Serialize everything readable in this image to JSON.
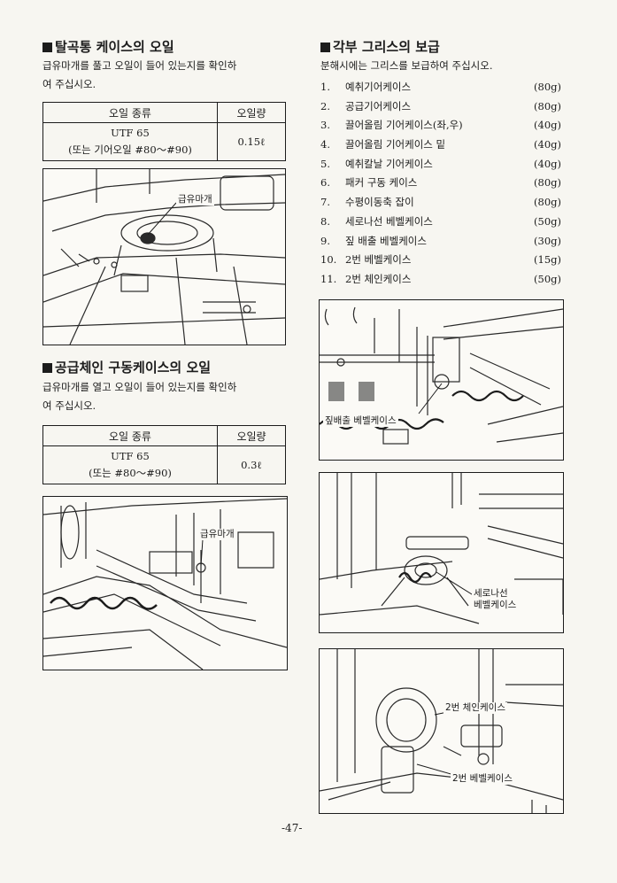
{
  "section1": {
    "title": "탈곡통 케이스의 오일",
    "desc_line1": "급유마개를 풀고 오일이 들어 있는지를 확인하",
    "desc_line2": "여 주십시오.",
    "table": {
      "head_type": "오일 종류",
      "head_amount": "오일량",
      "type_line1": "UTF 65",
      "type_line2": "(또는 기어오일 #80～#90)",
      "amount": "0.15ℓ"
    },
    "callout": "급유마개"
  },
  "section2": {
    "title": "공급체인 구동케이스의 오일",
    "desc_line1": "급유마개를 열고 오일이 들어 있는지를 확인하",
    "desc_line2": "여 주십시오.",
    "table": {
      "head_type": "오일 종류",
      "head_amount": "오일량",
      "type_line1": "UTF 65",
      "type_line2": "(또는 #80～#90)",
      "amount": "0.3ℓ"
    },
    "callout": "급유마개"
  },
  "section3": {
    "title": "각부 그리스의 보급",
    "desc": "분해시에는 그리스를 보급하여 주십시오.",
    "items": [
      {
        "num": "1.",
        "name": "예취기어케이스",
        "amount": "(80g)"
      },
      {
        "num": "2.",
        "name": "공급기어케이스",
        "amount": "(80g)"
      },
      {
        "num": "3.",
        "name": "끌어올림 기어케이스(좌,우)",
        "amount": "(40g)"
      },
      {
        "num": "4.",
        "name": "끌어올림 기어케이스 밑",
        "amount": "(40g)"
      },
      {
        "num": "5.",
        "name": "예취칼날 기어케이스",
        "amount": "(40g)"
      },
      {
        "num": "6.",
        "name": "패커 구동 케이스",
        "amount": "(80g)"
      },
      {
        "num": "7.",
        "name": "수평이동축 잡이",
        "amount": "(80g)"
      },
      {
        "num": "8.",
        "name": "세로나선 베벨케이스",
        "amount": "(50g)"
      },
      {
        "num": "9.",
        "name": "짚 배출 베벨케이스",
        "amount": "(30g)"
      },
      {
        "num": "10.",
        "name": "2번 베벨케이스",
        "amount": "(15g)"
      },
      {
        "num": "11.",
        "name": "2번 체인케이스",
        "amount": "(50g)"
      }
    ],
    "callout_straw": "짚배출 베벨케이스",
    "callout_vertical_1": "세로나선",
    "callout_vertical_2": "베벨케이스",
    "callout_chain2": "2번 체인케이스",
    "callout_bevel2": "2번 베벨케이스"
  },
  "page_number": "-47-"
}
